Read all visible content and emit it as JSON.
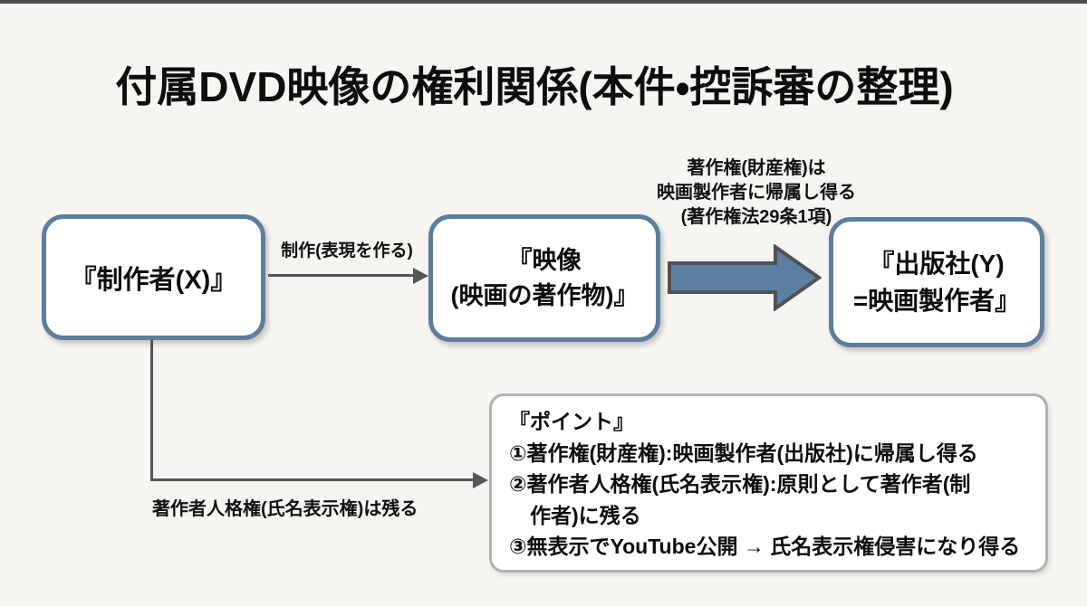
{
  "title": "付属DVD映像の権利関係(本件・控訴審の整理)",
  "nodes": {
    "creator": {
      "label": "『制作者(X)』"
    },
    "video": {
      "line1": "『映像",
      "line2": "(映画の著作物)』"
    },
    "publisher": {
      "line1": "『出版社(Y)",
      "line2": "=映画製作者』"
    }
  },
  "edges": {
    "create": {
      "label": "制作(表現を作る)"
    },
    "transfer": {
      "note_line1": "著作権(財産権)は",
      "note_line2": "映画製作者に帰属し得る",
      "note_line3": "(著作権法29条1項)"
    },
    "moral": {
      "label": "著作者人格権(氏名表示権)は残る"
    }
  },
  "points": {
    "title": "『ポイント』",
    "line1": "①著作権(財産権):映画製作者(出版社)に帰属し得る",
    "line2": "②著作者人格権(氏名表示権):原則として著作者(制",
    "line2_cont": "作者)に残る",
    "line3": "③無表示でYouTube公開 → 氏名表示権侵害になり得る"
  },
  "colors": {
    "background": "#f7f5f2",
    "node_border": "#5b7d9e",
    "block_arrow_fill": "#5b7fa1",
    "connector": "#55555a",
    "points_border": "#b3b1ae",
    "text": "#111111"
  }
}
